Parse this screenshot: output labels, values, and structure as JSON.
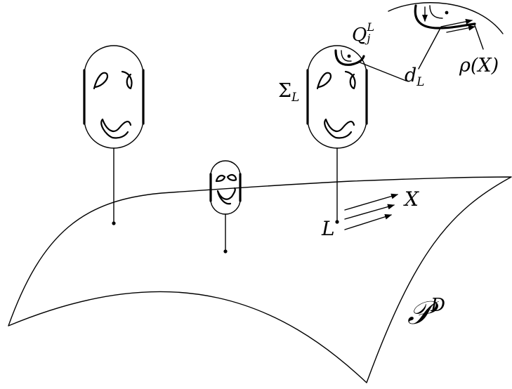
{
  "labels": {
    "bundle_base": {
      "main": "𝒫",
      "sup": "D"
    },
    "sigma": {
      "main": "Σ",
      "sub": "L"
    },
    "q": {
      "main": "Q",
      "sup": "L",
      "sub": "j"
    },
    "d": {
      "main": "d",
      "sub": "L"
    },
    "rho": {
      "text": "ρ(X)"
    },
    "x": {
      "text": "X"
    },
    "l": {
      "text": "L"
    }
  }
}
